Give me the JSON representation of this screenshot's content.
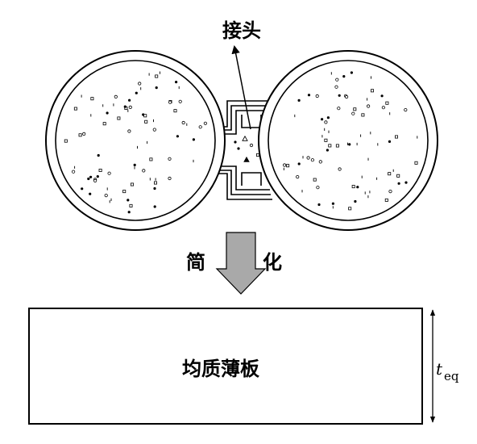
{
  "labels": {
    "joint": "接头",
    "simplify_left": "简",
    "simplify_right": "化",
    "plate": "均质薄板",
    "thickness_symbol": "t",
    "thickness_subscript": "eq"
  },
  "colors": {
    "stroke": "#000000",
    "arrow_fill": "#a9a9a9",
    "background": "#ffffff"
  },
  "particles": {
    "count_per_capsule": 78,
    "shapes": [
      "triangle",
      "dot",
      "circle",
      "square"
    ]
  }
}
